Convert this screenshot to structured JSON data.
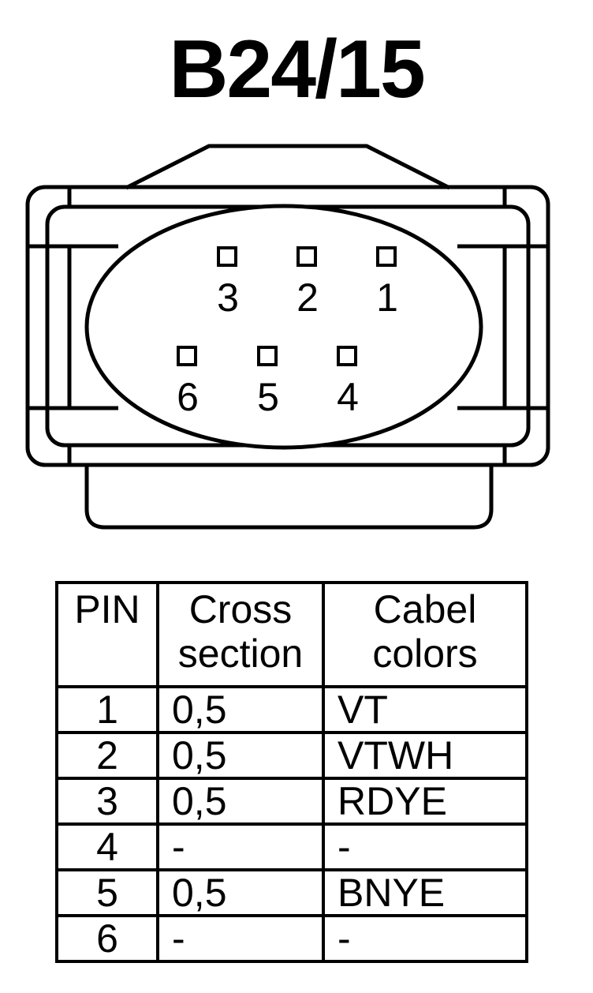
{
  "title": "B24/15",
  "connector": {
    "pin_labels_top": [
      "3",
      "2",
      "1"
    ],
    "pin_labels_bottom": [
      "6",
      "5",
      "4"
    ]
  },
  "table": {
    "headers": {
      "pin": "PIN",
      "cross_section": [
        "Cross",
        "section"
      ],
      "cable_colors": [
        "Cabel",
        "colors"
      ]
    },
    "rows": [
      {
        "pin": "1",
        "cross_section": "0,5",
        "color": "VT"
      },
      {
        "pin": "2",
        "cross_section": "0,5",
        "color": "VTWH"
      },
      {
        "pin": "3",
        "cross_section": "0,5",
        "color": "RDYE"
      },
      {
        "pin": "4",
        "cross_section": "-",
        "color": "-"
      },
      {
        "pin": "5",
        "cross_section": "0,5",
        "color": "BNYE"
      },
      {
        "pin": "6",
        "cross_section": "-",
        "color": "-"
      }
    ]
  }
}
